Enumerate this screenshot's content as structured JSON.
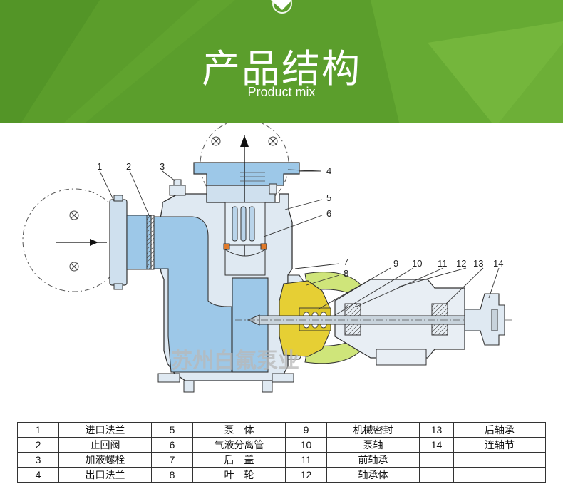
{
  "header": {
    "title": "产品结构",
    "subtitle": "Product mix",
    "bg_color": "#5b9e2c",
    "accent_light": "#7cc042"
  },
  "diagram": {
    "callouts": [
      "1",
      "2",
      "3",
      "4",
      "5",
      "6",
      "7",
      "8",
      "9",
      "10",
      "11",
      "12",
      "13",
      "14"
    ],
    "watermark": "苏州白氟泵业",
    "colors": {
      "pump_body": "#c9ddec",
      "impeller": "#e6cf34",
      "impeller_cover": "#cfe57a",
      "flow_channel": "#9dc8e8"
    }
  },
  "parts_table": {
    "rows": [
      [
        {
          "no": "1",
          "name": "进口法兰"
        },
        {
          "no": "5",
          "name": "泵　体"
        },
        {
          "no": "9",
          "name": "机械密封"
        },
        {
          "no": "13",
          "name": "后轴承"
        }
      ],
      [
        {
          "no": "2",
          "name": "止回阀"
        },
        {
          "no": "6",
          "name": "气液分离管"
        },
        {
          "no": "10",
          "name": "泵轴"
        },
        {
          "no": "14",
          "name": "连轴节"
        }
      ],
      [
        {
          "no": "3",
          "name": "加液螺栓"
        },
        {
          "no": "7",
          "name": "后　盖"
        },
        {
          "no": "11",
          "name": "前轴承"
        },
        {
          "no": "",
          "name": ""
        }
      ],
      [
        {
          "no": "4",
          "name": "出口法兰"
        },
        {
          "no": "8",
          "name": "叶　轮"
        },
        {
          "no": "12",
          "name": "轴承体"
        },
        {
          "no": "",
          "name": ""
        }
      ]
    ]
  }
}
